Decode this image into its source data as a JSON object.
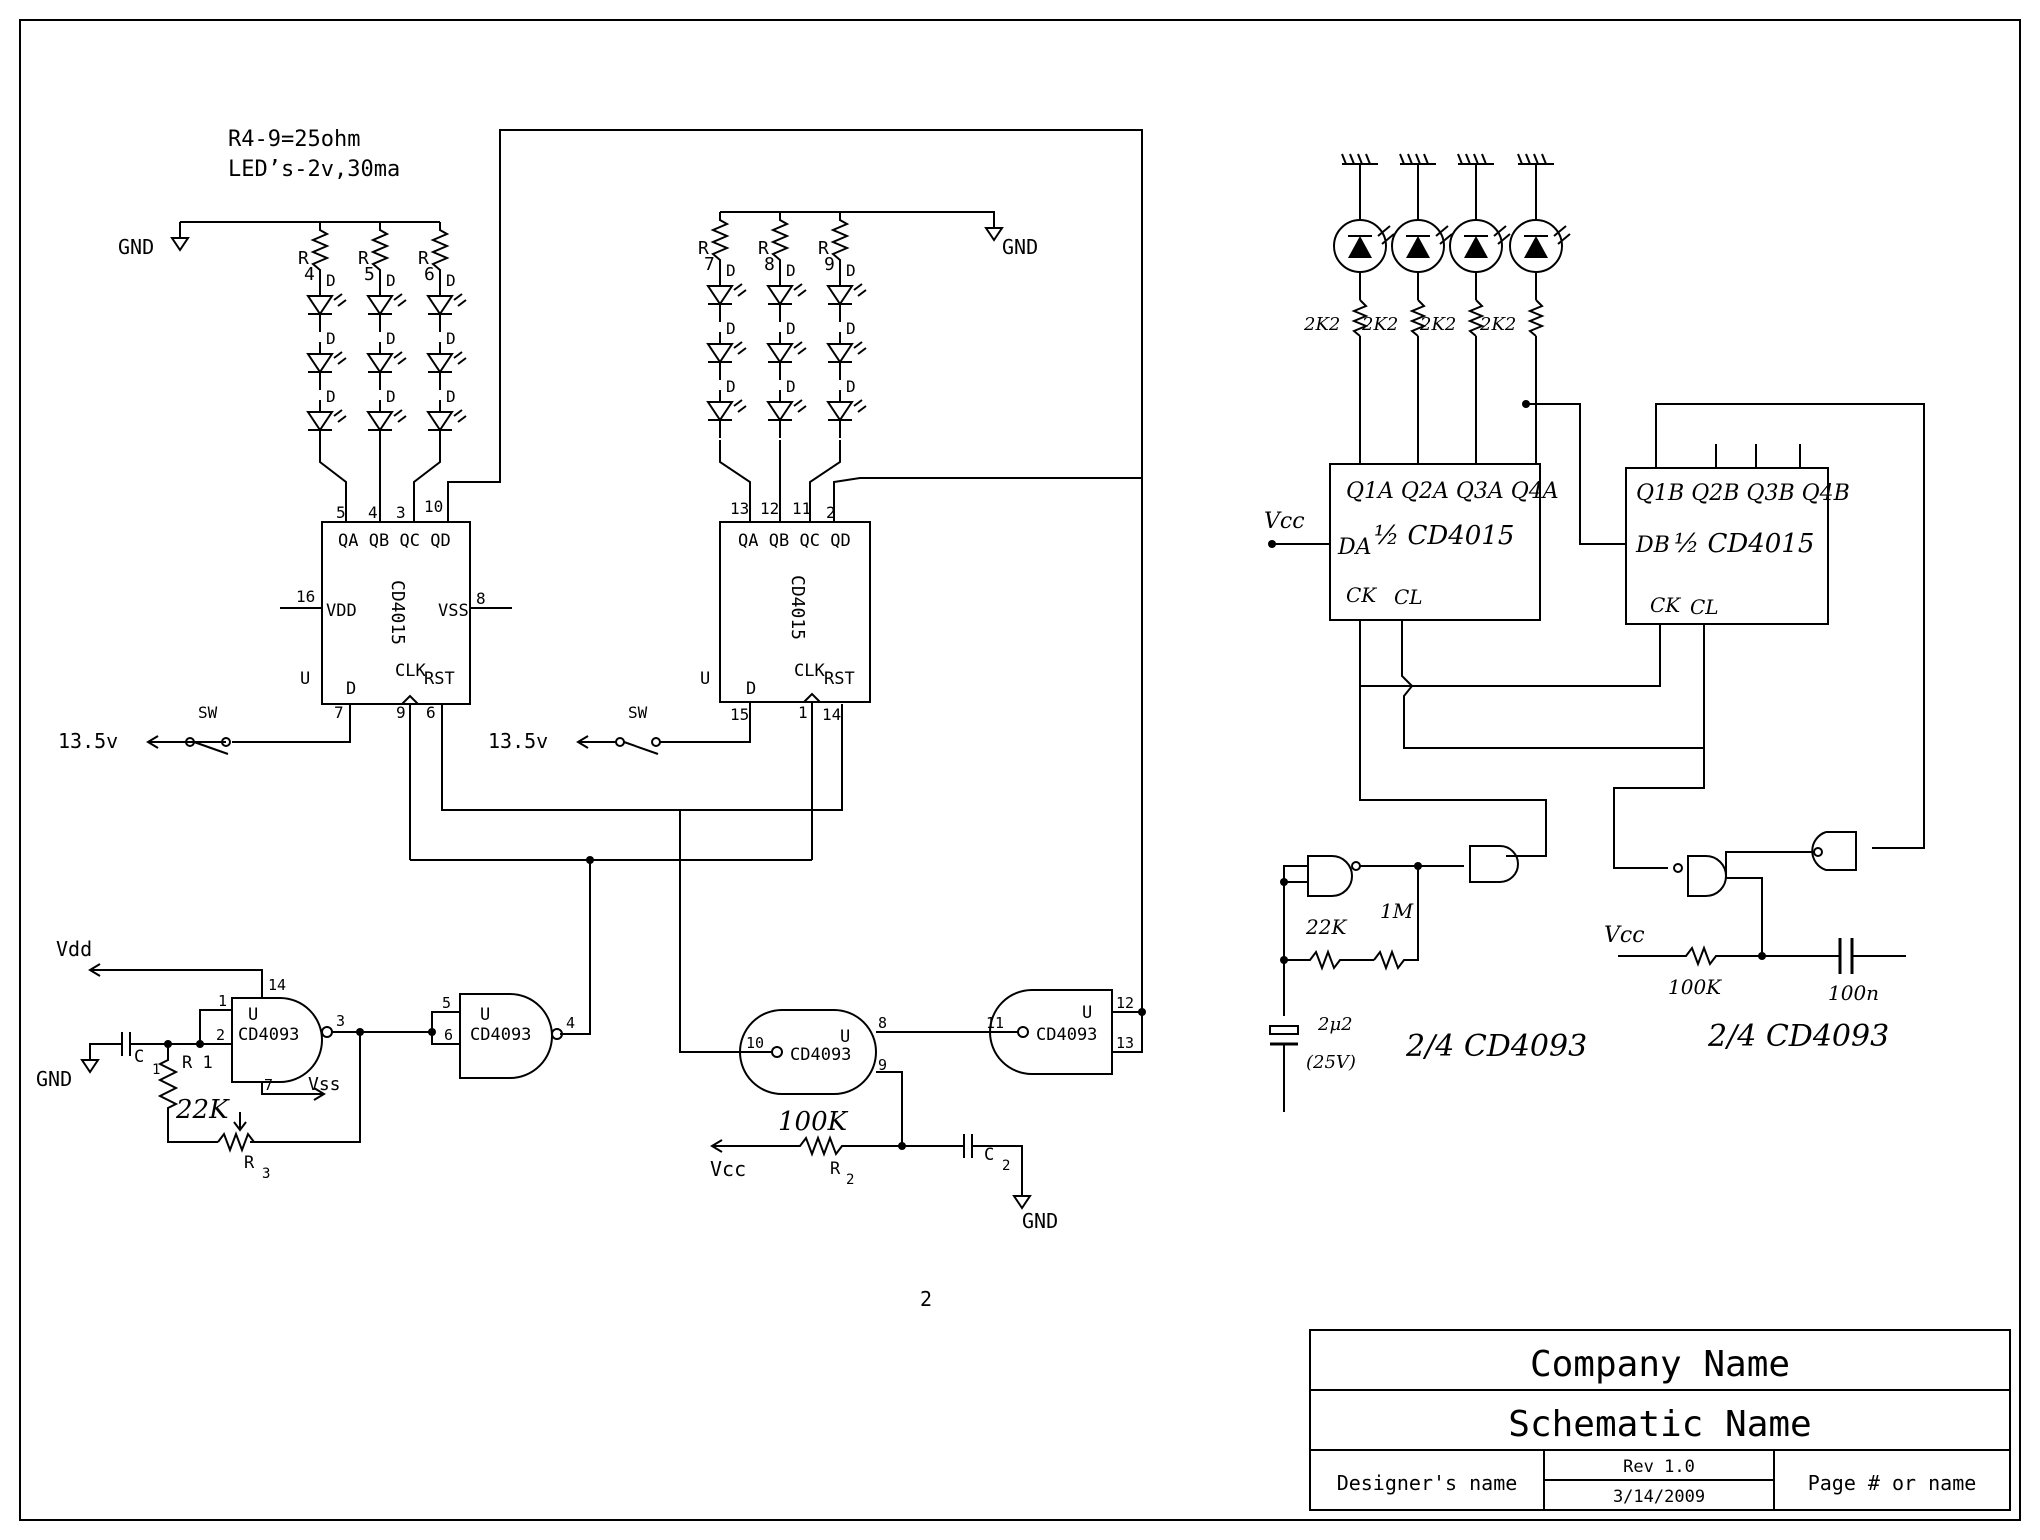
{
  "notes": {
    "line1": "R4-9=25ohm",
    "line2": "LED’s-2v,30ma"
  },
  "labels": {
    "gnd": "GND",
    "vdd": "Vdd",
    "vcc": "Vcc",
    "vss": "Vss",
    "sw": "SW",
    "supply": "13.5v",
    "u": "U",
    "d": "D",
    "r1": "R 1",
    "r2": "R",
    "r2_sub": "2",
    "r3": "R",
    "r3_sub": "3",
    "c1": "C",
    "c1_sub": "1",
    "c2": "C",
    "c2_sub": "2",
    "r1_val": "22K",
    "r2_val": "100K",
    "page_mark": "2"
  },
  "resistor_refs": [
    {
      "r": "R",
      "n": "4"
    },
    {
      "r": "R",
      "n": "5"
    },
    {
      "r": "R",
      "n": "6"
    },
    {
      "r": "R",
      "n": "7"
    },
    {
      "r": "R",
      "n": "8"
    },
    {
      "r": "R",
      "n": "9"
    }
  ],
  "chips": {
    "cd4015": "CD4015",
    "cd4093": "CD4093",
    "outputs": [
      "QA",
      "QB",
      "QC",
      "QD"
    ],
    "vdd_pin": "VDD",
    "vss_pin": "VSS",
    "clk": "CLK",
    "rst": "RST"
  },
  "pins_left_chip": {
    "qa": "5",
    "qb": "4",
    "qc": "3",
    "qd": "10",
    "vdd": "16",
    "vss": "8",
    "d": "7",
    "clk": "9",
    "rst": "6"
  },
  "pins_right_chip": {
    "qa": "13",
    "qb": "12",
    "qc": "11",
    "qd": "2",
    "d": "15",
    "clk": "1",
    "rst": "14"
  },
  "gate_pins": {
    "g1": {
      "in1": "1",
      "in2": "2",
      "out": "3",
      "vdd": "14",
      "vss": "7"
    },
    "g2": {
      "in1": "5",
      "in2": "6",
      "out": "4"
    },
    "g3": {
      "in1": "10",
      "in2": "9",
      "out": "8"
    },
    "g4": {
      "in1": "12",
      "in2": "13",
      "out": "11"
    }
  },
  "sketch": {
    "chip_a_outputs": [
      "Q1A",
      "Q2A",
      "Q3A",
      "Q4A"
    ],
    "chip_b_outputs": [
      "Q1B",
      "Q2B",
      "Q3B",
      "Q4B"
    ],
    "chip_a_title": "½ CD4015",
    "chip_b_title": "½ CD4015",
    "chip_a_d": "DA",
    "chip_b_d": "DB",
    "ck": "CK",
    "cl": "CL",
    "resistors": [
      "2K2",
      "2K2",
      "2K2",
      "2K2"
    ],
    "vcc": "Vcc",
    "r_22k": "22K",
    "pot_1m": "1M",
    "cap_2u2": "2μ2",
    "cap_volt": "(25V)",
    "r_100k": "100K",
    "cap_100n": "100n",
    "gate_label": "2/4 CD4093"
  },
  "title_block": {
    "company": "Company Name",
    "schematic": "Schematic Name",
    "designer": "Designer's name",
    "rev": "Rev 1.0",
    "date": "3/14/2009",
    "page": "Page # or name"
  }
}
